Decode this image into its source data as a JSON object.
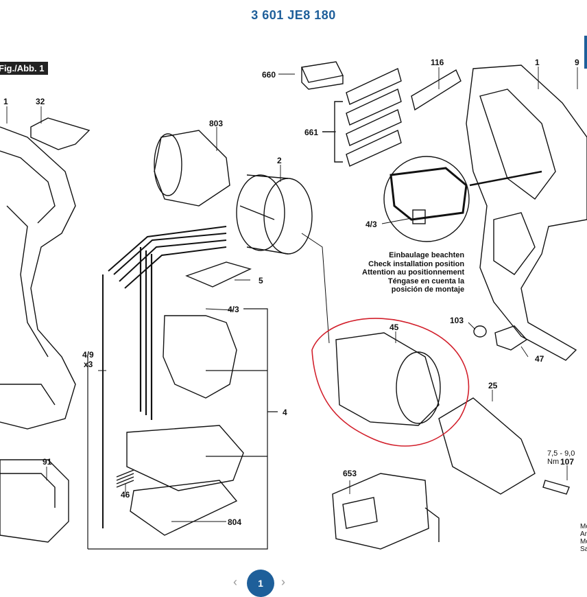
{
  "header": {
    "title": "3 601 JE8 180"
  },
  "figure_tag": "Fig./Abb. 1",
  "note_lines": [
    "Einbaulage beachten",
    "Check installation position",
    "Attention au positionnement",
    "Téngase en cuenta la",
    "posición de montaje"
  ],
  "torque": "7,5 - 9,0 Nm",
  "cut_text": [
    "Mo",
    "An",
    "Mo",
    "Sa"
  ],
  "parts": {
    "p660": "660",
    "p116": "116",
    "p1": "1",
    "p9": "9",
    "p32": "32",
    "p1b": "1",
    "p803": "803",
    "p2": "2",
    "p661": "661",
    "p43a": "4/3",
    "p5": "5",
    "p43b": "4/3",
    "p49": "4/9",
    "p49x": "x3",
    "p4": "4",
    "p45": "45",
    "p103": "103",
    "p47": "47",
    "p25": "25",
    "p107": "107",
    "p91": "91",
    "p46": "46",
    "p653": "653",
    "p804": "804"
  },
  "pagination": {
    "current": "1",
    "prev": "‹",
    "next": "›"
  }
}
